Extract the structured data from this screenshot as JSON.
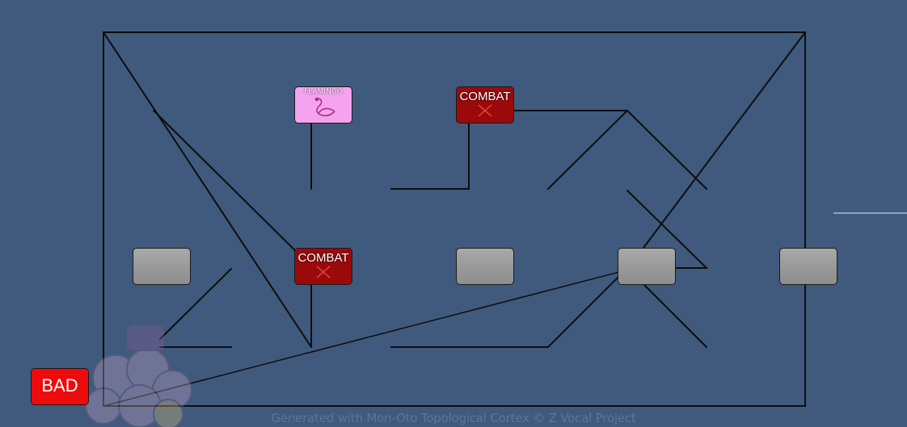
{
  "map": {
    "nodes": {
      "flamingo": {
        "label": "FLAMINGO",
        "icon": "flamingo-icon"
      },
      "combat_top": {
        "label": "COMBAT",
        "icon": "crossed-swords-icon"
      },
      "combat_mid": {
        "label": "COMBAT",
        "icon": "crossed-swords-icon"
      },
      "bad": {
        "label": "BAD"
      }
    }
  },
  "footer": {
    "credit": "Generated with Mon-Oto Topological Cortex © Z Vocal Project"
  },
  "colors": {
    "background": "#405a7e",
    "combat": "#9a0a0a",
    "flamingo": "#f5a3ef",
    "bad": "#ee0b0b",
    "empty": "#9a9a9a"
  }
}
